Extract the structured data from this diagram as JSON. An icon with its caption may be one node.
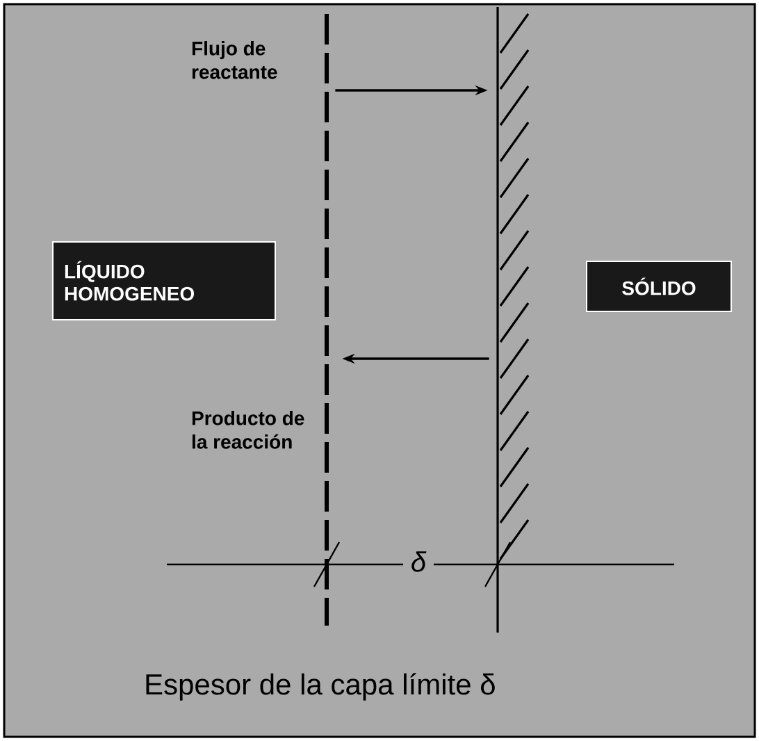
{
  "diagram": {
    "nodes": [
      {
        "text": [
          "LÍQUIDO HOMOGENEO"
        ]
      },
      {
        "text": [
          "SÓLIDO"
        ]
      },
      {
        "text": [],
        "shape": "line"
      },
      {
        "text": [],
        "shape": "wall"
      }
    ],
    "edges": [
      {
        "from": 2,
        "to": 3,
        "arrow": "to"
      },
      {
        "from": 3,
        "to": 2,
        "arrow": "to"
      }
    ],
    "labels": [
      "Flujo de reactante",
      "Producto de la reacción",
      "δ",
      "Espesor de la capa límite δ"
    ]
  }
}
